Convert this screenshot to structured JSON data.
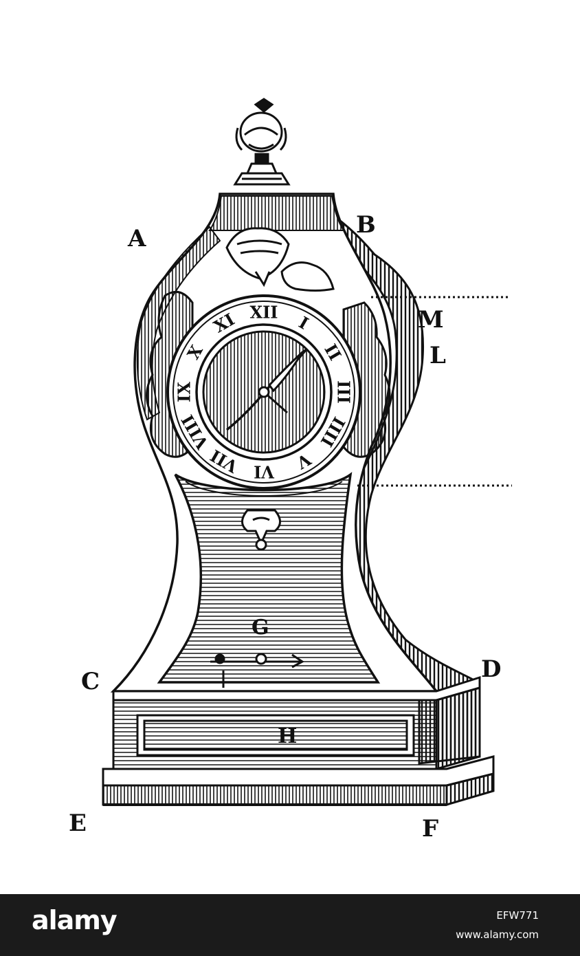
{
  "figure": {
    "labels": {
      "A": "A",
      "B": "B",
      "C": "C",
      "D": "D",
      "E": "E",
      "F": "F",
      "G": "G",
      "H": "H",
      "L": "L",
      "M": "M"
    },
    "dial_numerals": [
      "XII",
      "I",
      "II",
      "III",
      "IIII",
      "V",
      "VI",
      "VII",
      "VIII",
      "IX",
      "X",
      "XI"
    ],
    "ink_color": "#111111"
  },
  "footer": {
    "brand": "alamy",
    "image_id": "EFW771",
    "site": "www.alamy.com",
    "background": "#1b1b1b"
  }
}
